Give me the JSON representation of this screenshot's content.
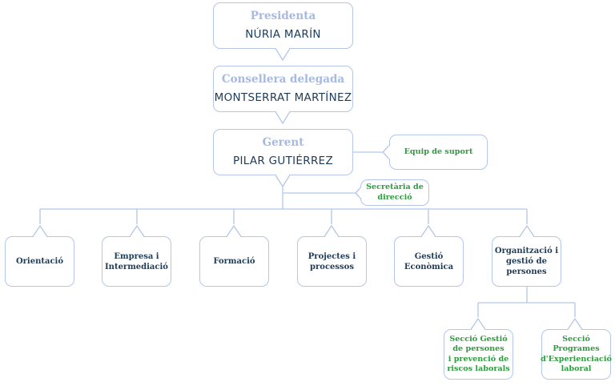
{
  "colors": {
    "line": "#b4c6ea",
    "role": "#a7b9e0",
    "name": "#1e3b57",
    "support": "#2e9c3f"
  },
  "presidenta": {
    "role": "Presidenta",
    "name": "NÚRIA MARÍN"
  },
  "consellera": {
    "role": "Consellera delegada",
    "name": "MONTSERRAT MARTÍNEZ"
  },
  "gerent": {
    "role": "Gerent",
    "name": "PILAR GUTIÉRREZ"
  },
  "support": {
    "equip": "Equip de suport",
    "secretaria": "Secretària de\ndirecció"
  },
  "departments": [
    "Orientació",
    "Empresa i\nIntermediació",
    "Formació",
    "Projectes i\nprocessos",
    "Gestió\nEconòmica",
    "Organització i\ngestió de persones"
  ],
  "sections": [
    "Secció Gestió\nde persones\ni prevenció de\nriscos laborals",
    "Secció Programes\nd'Experienciació\nlaboral"
  ]
}
